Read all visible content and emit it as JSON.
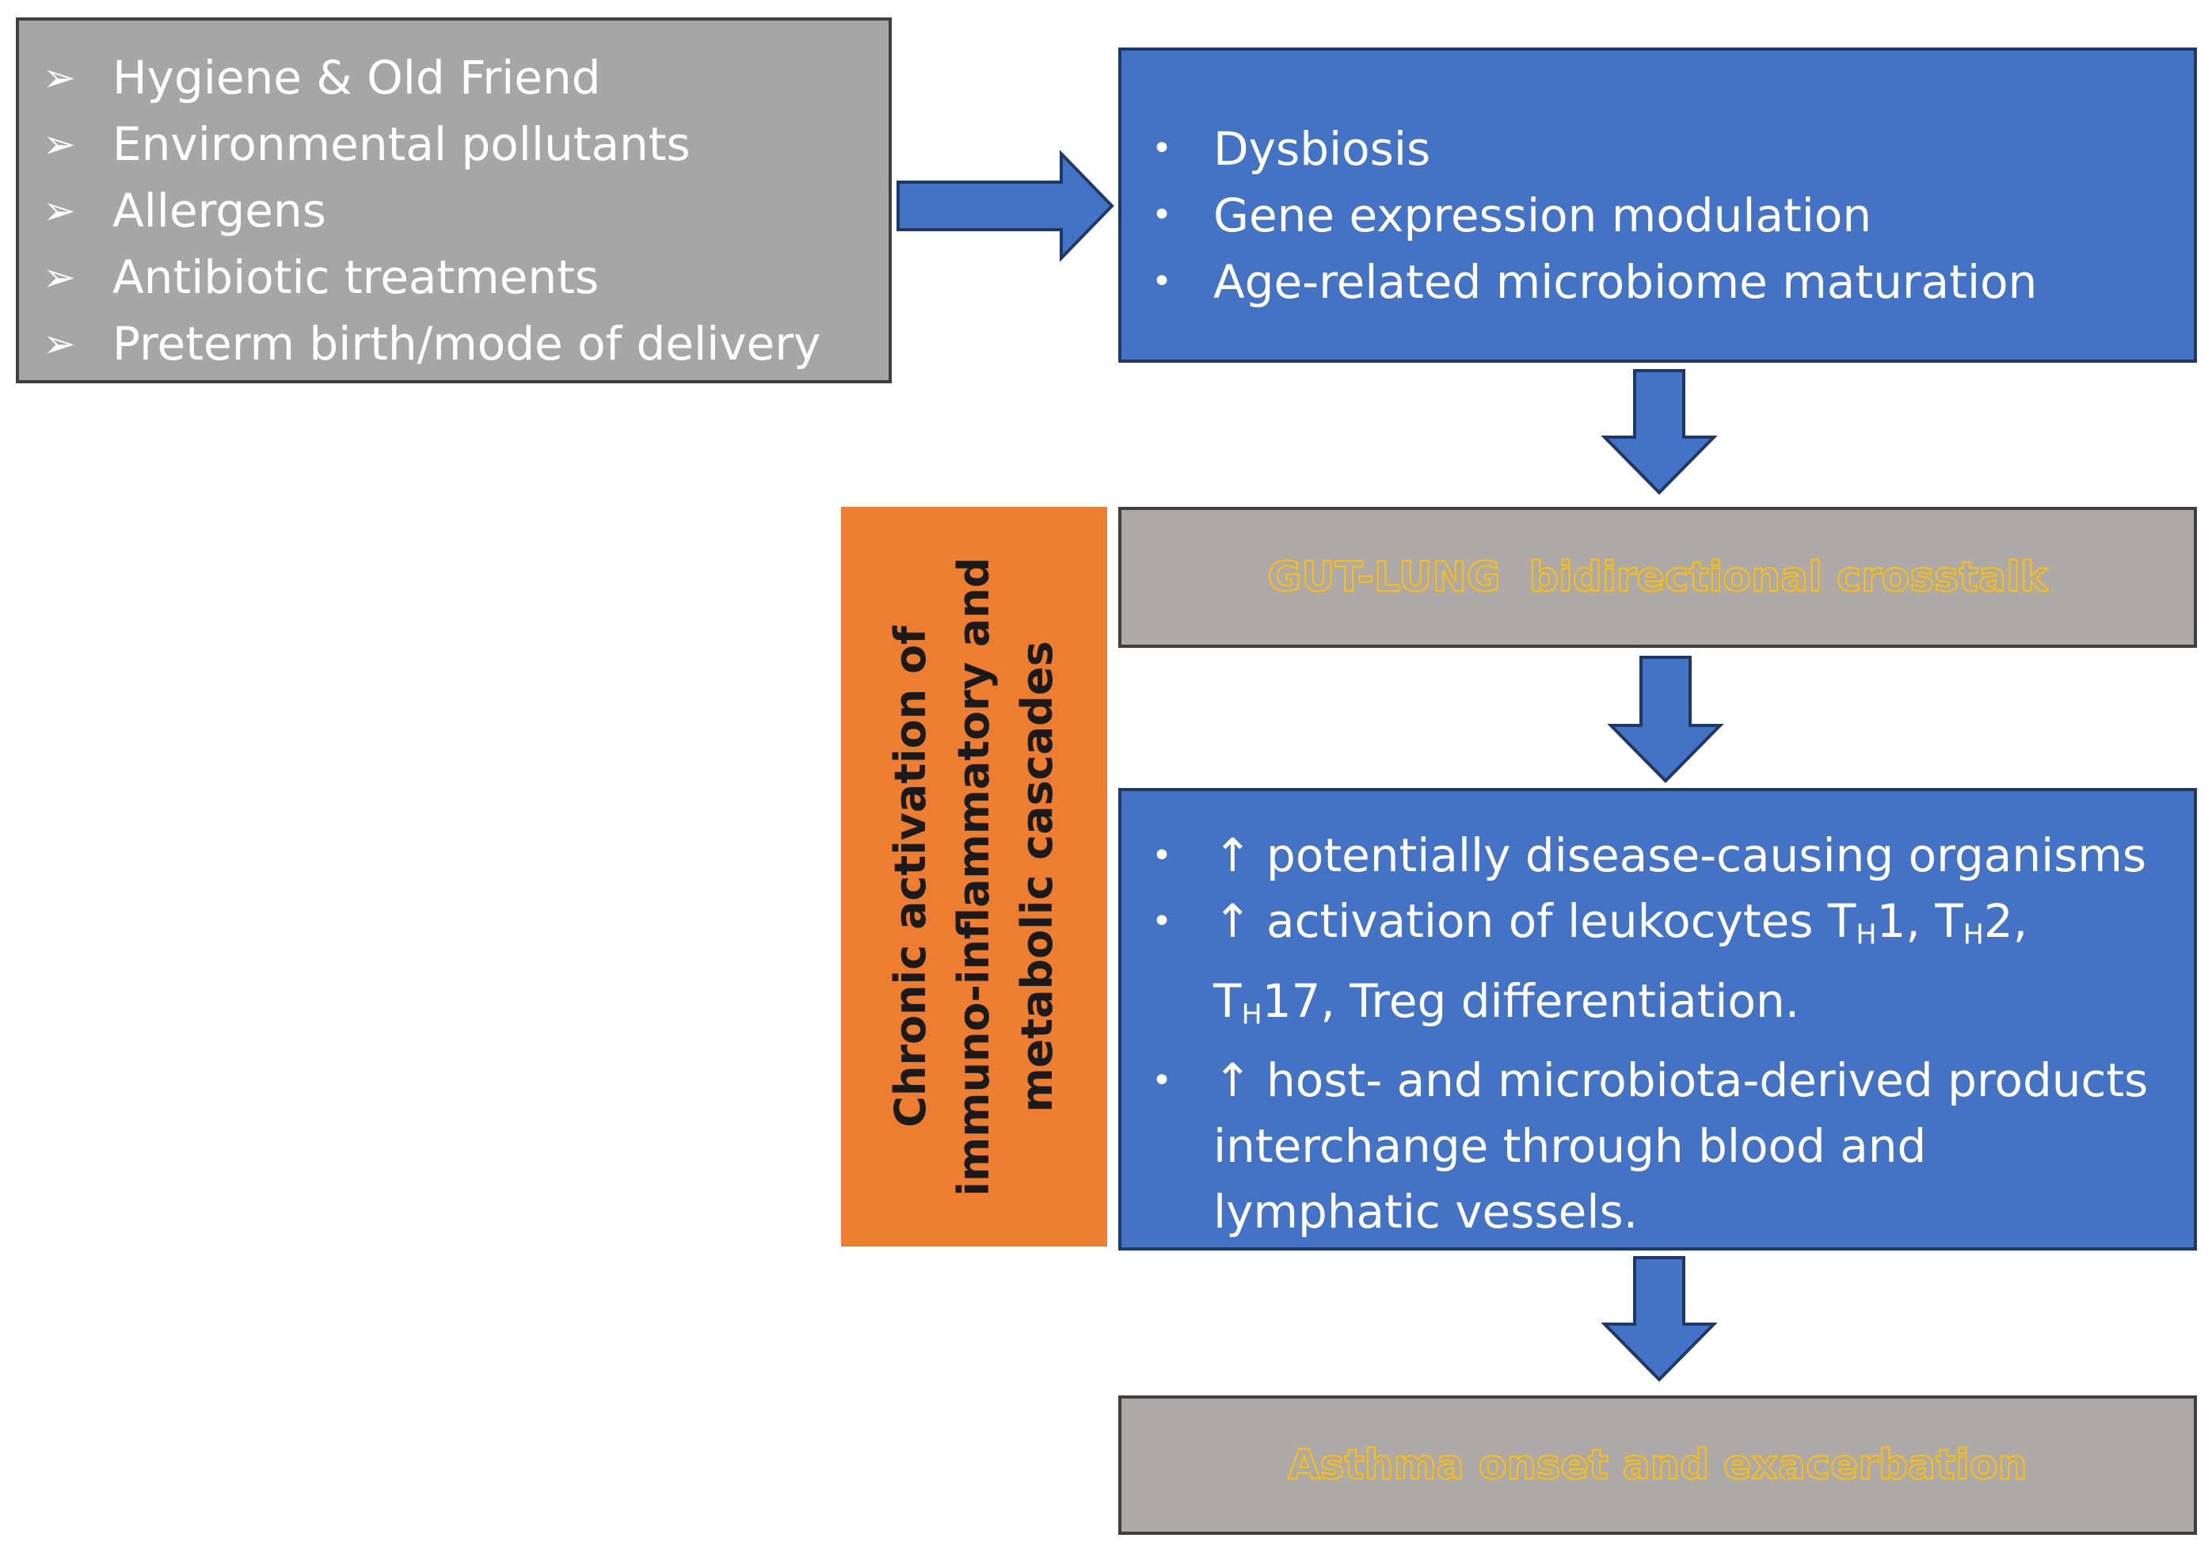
{
  "factors": {
    "items": [
      "Hygiene & Old Friend",
      "Environmental pollutants",
      "Allergens",
      "Antibiotic treatments",
      "Preterm birth/mode of delivery"
    ]
  },
  "mechanisms": {
    "items": [
      "Dysbiosis",
      "Gene expression modulation",
      "Age-related microbiome maturation"
    ]
  },
  "crosstalk": {
    "label": "GUT-LUNG  bidirectional crosstalk"
  },
  "effects": {
    "item1": "↑ potentially disease-causing organisms",
    "item2_prefix": "↑ activation of leukocytes T",
    "item2_th1_sub": "H",
    "item2_th1_suffix": "1, T",
    "item2_th2_sub": "H",
    "item2_th2_suffix": "2, T",
    "item2_th17_sub": "H",
    "item2_th17_suffix": "17, Treg differentiation.",
    "item3": "↑ host- and microbiota-derived products interchange through blood and lymphatic vessels."
  },
  "chronic": {
    "label": "Chronic activation of immuno-inflammatory and metabolic cascades"
  },
  "outcome": {
    "label": "Asthma onset and exacerbation"
  },
  "colors": {
    "blue_box": "#4472c4",
    "gray_box": "#a6a6a6",
    "orange_box": "#ed7d31",
    "banner_text": "#ffc000"
  }
}
